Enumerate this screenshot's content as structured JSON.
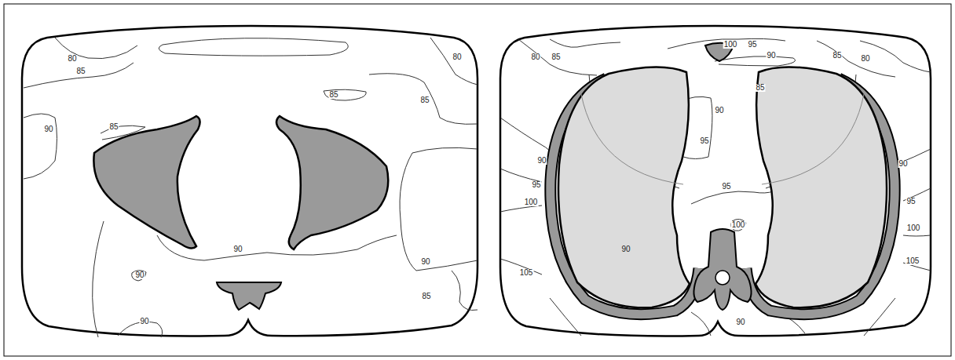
{
  "diagram": {
    "labels": [
      "80",
      "85",
      "80",
      "85",
      "85",
      "90",
      "85",
      "90",
      "90",
      "90",
      "85",
      "90",
      "100",
      "95",
      "90",
      "80",
      "85",
      "85",
      "80",
      "85",
      "90",
      "95",
      "90",
      "90",
      "95",
      "95",
      "100",
      "95",
      "100",
      "100",
      "90",
      "105",
      "105",
      "90"
    ]
  }
}
